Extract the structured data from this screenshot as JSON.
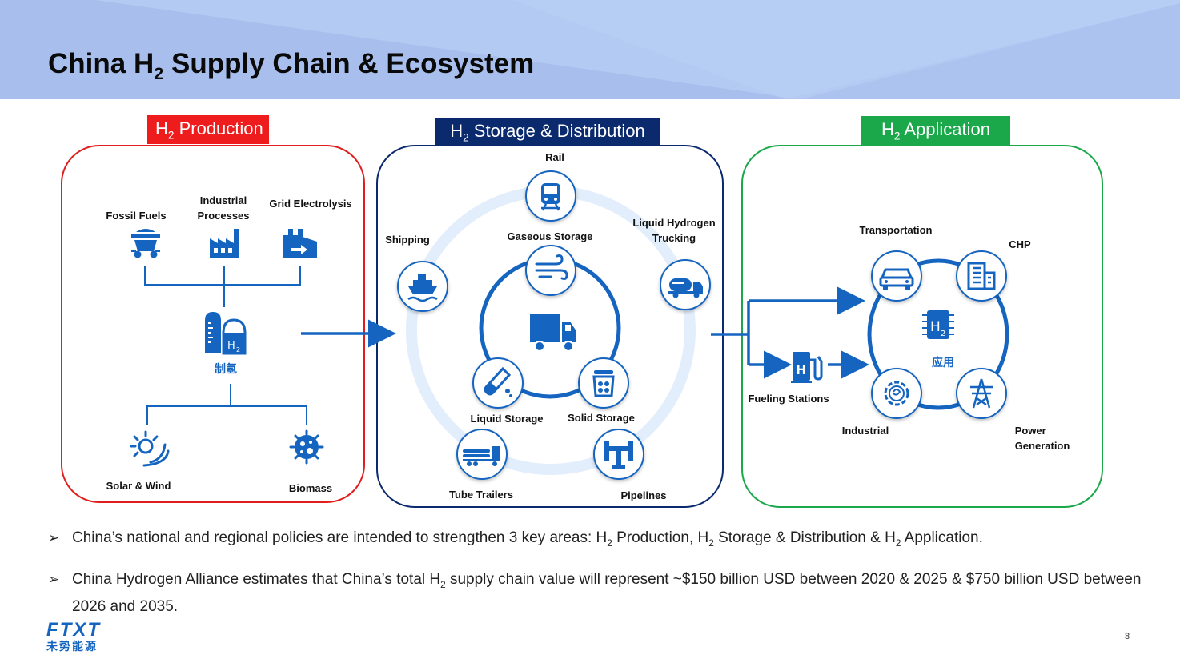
{
  "title": {
    "prefix": "China H",
    "sub": "2",
    "suffix": " Supply Chain & Ecosystem"
  },
  "panels": {
    "production": {
      "label": {
        "prefix": "H",
        "sub": "2",
        "suffix": " Production"
      },
      "color": "#e01e1e",
      "sources": [
        "Fossil Fuels",
        "Industrial\nProcesses",
        "Grid Electrolysis"
      ],
      "center_label": "制氢",
      "renewables": [
        "Solar & Wind",
        "Biomass"
      ]
    },
    "storage": {
      "label": {
        "prefix": "H",
        "sub": "2",
        "suffix": " Storage & Distribution"
      },
      "color": "#0b2a6e",
      "outer": [
        "Rail",
        "Liquid Hydrogen\nTrucking",
        "Shipping",
        "Tube Trailers",
        "Pipelines"
      ],
      "inner": [
        "Gaseous Storage",
        "Liquid Storage",
        "Solid Storage"
      ]
    },
    "application": {
      "label": {
        "prefix": "H",
        "sub": "2",
        "suffix": " Application"
      },
      "color": "#1aa84a",
      "items": [
        "Transportation",
        "CHP",
        "Industrial",
        "Power\nGeneration"
      ],
      "fueling": "Fueling Stations",
      "center_label": "应用"
    }
  },
  "bullets": {
    "b1": {
      "text": "China’s national and regional policies are intended to strengthen 3 key areas: ",
      "l1": "Production",
      "l2": "Storage & Distribution",
      "l3": "Application.",
      "h": "H",
      "sub": "2",
      "sep1": ", ",
      "sep2": " & "
    },
    "b2": {
      "prefix": "China Hydrogen Alliance estimates that China’s total H",
      "sub": "2",
      "suffix": " supply chain value will represent ~$150 billion USD between 2020 & 2025 & $750 billion USD between 2026 and 2035."
    }
  },
  "logo": {
    "latin": "FTXT",
    "chinese": "未势能源"
  },
  "page_number": "8",
  "colors": {
    "accent_blue": "#1565c0",
    "header_band": "#a9c3ee"
  }
}
